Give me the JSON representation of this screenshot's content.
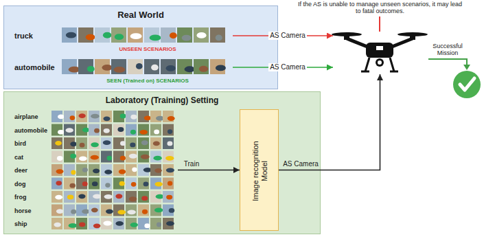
{
  "diagram": {
    "nodes": [
      {
        "text": [
          "Real World"
        ]
      },
      {
        "text": [
          "truck",
          "UNSEEN SCENARIOS"
        ],
        "in": 0
      },
      {
        "text": [
          "automobile",
          "SEEN (Trained on) SCENARIOS"
        ],
        "in": 0
      },
      {
        "text": [
          "If the AS is unable to manage unseen scenarios, it may lead to fatal outcomes."
        ]
      },
      {
        "text": [
          "Laboratory (Training) Setting"
        ]
      },
      {
        "text": [
          "airplane",
          "automobile",
          "bird",
          "cat",
          "deer",
          "dog",
          "frog",
          "horse",
          "ship"
        ],
        "in": 4
      },
      {
        "text": [
          "Image recognition Model"
        ],
        "in": 4
      }
    ],
    "edges": [
      {
        "from": 1,
        "to": 3,
        "label": "AS Camera",
        "arrow": "to"
      },
      {
        "from": 2,
        "to": 3,
        "label": "AS Camera",
        "arrow": "to"
      },
      {
        "from": 5,
        "to": 6,
        "label": "Train",
        "arrow": "to"
      },
      {
        "from": 6,
        "to": 3,
        "label": "AS Camera",
        "arrow": "to"
      }
    ],
    "labels": [
      "Successful Mission"
    ]
  }
}
